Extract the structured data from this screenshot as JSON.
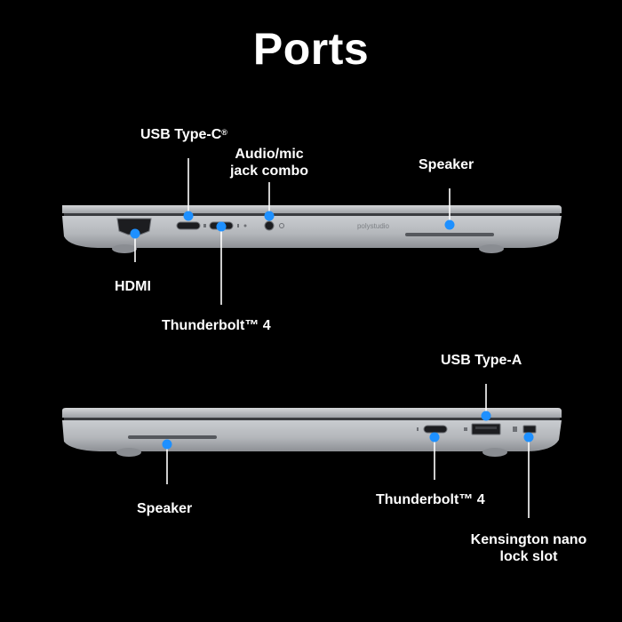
{
  "title": "Ports",
  "colors": {
    "background": "#000000",
    "text": "#ffffff",
    "callout_dot": "#1e90ff",
    "chassis": "#b9bcc0"
  },
  "top_view": {
    "labels": {
      "usb_c": "USB Type-C",
      "usb_c_mark": "®",
      "audio_line1": "Audio/mic",
      "audio_line2": "jack combo",
      "speaker": "Speaker",
      "hdmi": "HDMI",
      "thunderbolt": "Thunderbolt™ 4"
    },
    "engraving": "polystudio"
  },
  "bottom_view": {
    "labels": {
      "usb_a": "USB Type-A",
      "speaker": "Speaker",
      "thunderbolt": "Thunderbolt™ 4",
      "kensington_line1": "Kensington nano",
      "kensington_line2": "lock slot"
    }
  }
}
